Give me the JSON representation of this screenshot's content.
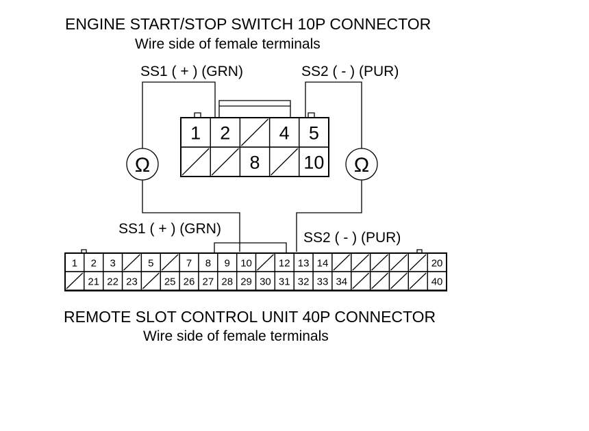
{
  "top_connector": {
    "title": "ENGINE START/STOP SWITCH 10P CONNECTOR",
    "subtitle": "Wire side of female terminals",
    "wire_left_label": "SS1 ( + ) (GRN)",
    "wire_right_label": "SS2 ( - ) (PUR)",
    "row1": [
      "1",
      "2",
      "",
      "4",
      "5"
    ],
    "row2": [
      "",
      "",
      "8",
      "",
      "10"
    ]
  },
  "meter": {
    "symbol": "Ω",
    "icon": "ohmmeter-icon"
  },
  "bottom_connector": {
    "title": "REMOTE SLOT CONTROL UNIT 40P CONNECTOR",
    "subtitle": "Wire side of female terminals",
    "wire_left_label": "SS1 ( + ) (GRN)",
    "wire_right_label": "SS2 ( - ) (PUR)",
    "row1": [
      "1",
      "2",
      "3",
      "",
      "5",
      "",
      "7",
      "8",
      "9",
      "10",
      "",
      "12",
      "13",
      "14",
      "",
      "",
      "",
      "",
      "",
      "20"
    ],
    "row2": [
      "",
      "21",
      "22",
      "23",
      "",
      "25",
      "26",
      "27",
      "28",
      "29",
      "30",
      "31",
      "32",
      "33",
      "34",
      "",
      "",
      "",
      "",
      "40"
    ]
  }
}
